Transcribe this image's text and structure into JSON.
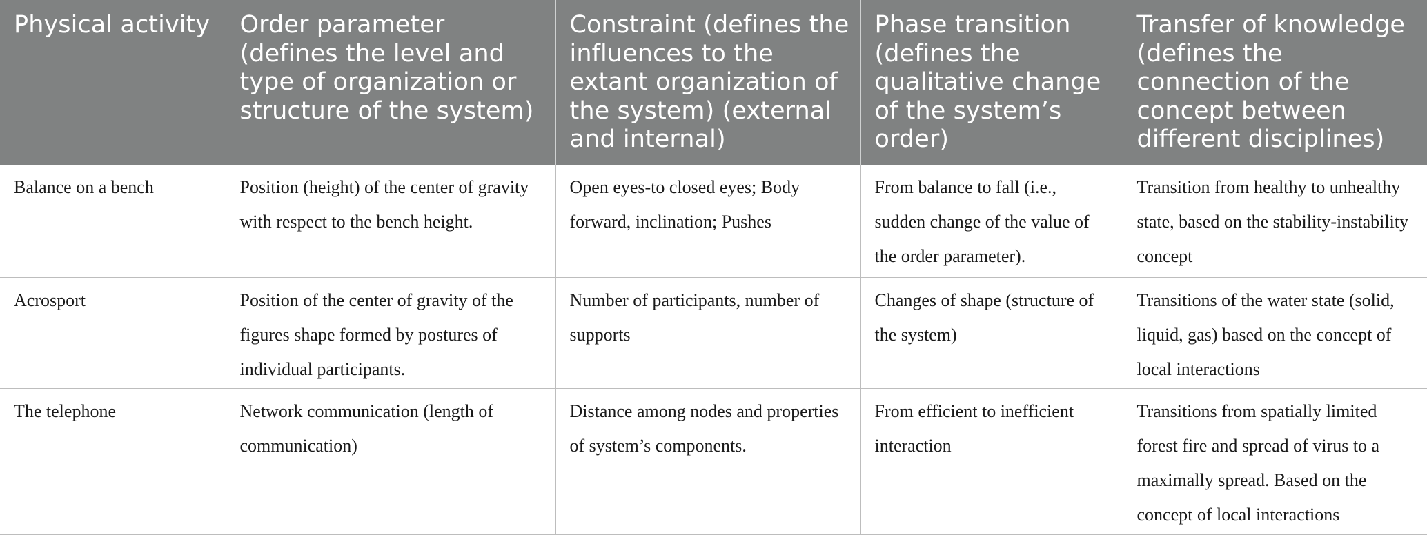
{
  "table": {
    "headers": [
      "Physical activity",
      "Order parameter (defines the level and type of organization or structure of the system)",
      "Constraint (defines the influences to the extant organization of the system) (external and internal)",
      "Phase transition (defines the qualitative change of the system’s order)",
      "Transfer of knowledge (defines the connection of the concept between different disciplines)"
    ],
    "rows": [
      [
        "Balance on a bench",
        "Position (height) of the center of gravity with respect to the bench height.",
        "Open eyes-to closed eyes; Body forward, inclination; Pushes",
        "From balance to fall (i.e., sudden change of the value of the order parameter).",
        "Transition from healthy to unhealthy state, based on the stability-instability concept"
      ],
      [
        "Acrosport",
        "Position of the center of gravity of the figures shape formed by postures of individual participants.",
        "Number of participants, number of supports",
        "Changes of shape (structure of the system)",
        "Transitions of the water state (solid, liquid, gas) based on the concept of local interactions"
      ],
      [
        "The telephone",
        "Network communication (length of communication)",
        "Distance among nodes and properties of system’s components.",
        "From efficient to inefficient interaction",
        "Transitions from spatially limited forest fire and spread of virus to a maximally spread. Based on the concept of local interactions"
      ]
    ]
  },
  "colors": {
    "header_background": "#808282",
    "header_text": "#ffffff",
    "body_text": "#1a1a1a",
    "cell_border": "#bdbdbd"
  }
}
